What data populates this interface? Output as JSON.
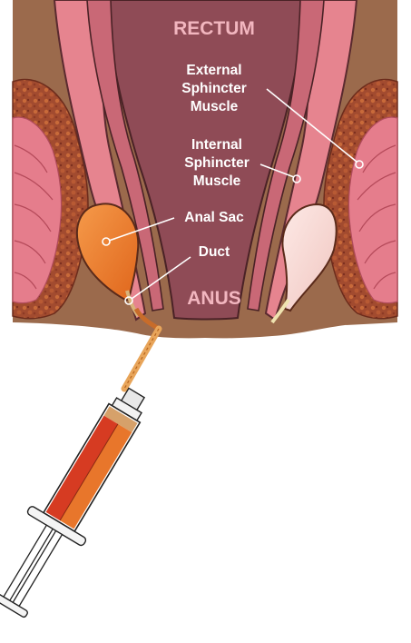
{
  "colors": {
    "background": "#ffffff",
    "tissue_brown": "#9b6a4c",
    "rectum_lumen": "#8f4b56",
    "sphincter_pink": "#e6848f",
    "internal_sphincter": "#c96876",
    "anal_sac_fill": "#ef7a25",
    "anal_sac_empty": "#f7d8d3",
    "syringe_red": "#d63b22",
    "syringe_orange": "#e8762b",
    "label_light": "#f2b6bf",
    "label_white": "#ffffff"
  },
  "labels": {
    "rectum": "RECTUM",
    "anus": "ANUS",
    "external_sphincter": [
      "External",
      "Sphincter",
      "Muscle"
    ],
    "internal_sphincter": [
      "Internal",
      "Sphincter",
      "Muscle"
    ],
    "anal_sac": "Anal Sac",
    "duct": "Duct"
  },
  "icons": {
    "syringe": "syringe-icon",
    "cannula": "cannula-icon"
  }
}
